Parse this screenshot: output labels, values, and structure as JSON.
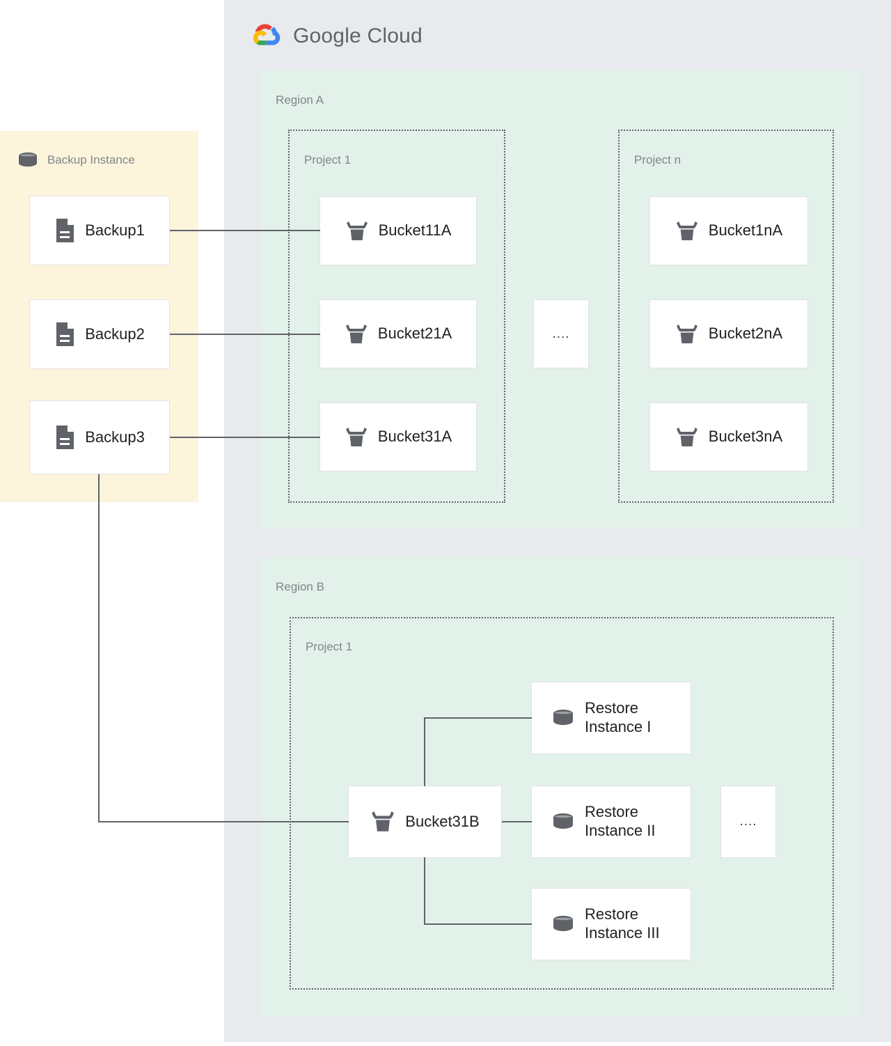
{
  "cloud": {
    "brand_primary": "Google",
    "brand_secondary": "Cloud",
    "logo_colors": {
      "red": "#ea4335",
      "yellow": "#fbbc04",
      "green": "#34a853",
      "blue": "#4285f4"
    },
    "panel_color": "#e8eaed"
  },
  "backup_zone": {
    "title": "Backup Instance",
    "icon": "database-cylinder-icon",
    "background": "#fdf4dc",
    "items": [
      {
        "label": "Backup1",
        "icon": "document-icon"
      },
      {
        "label": "Backup2",
        "icon": "document-icon"
      },
      {
        "label": "Backup3",
        "icon": "document-icon"
      }
    ]
  },
  "regions": [
    {
      "label": "Region A",
      "background": "#e2f1e9",
      "projects": [
        {
          "label": "Project 1",
          "buckets": [
            {
              "label": "Bucket11A",
              "icon": "bucket-icon"
            },
            {
              "label": "Bucket21A",
              "icon": "bucket-icon"
            },
            {
              "label": "Bucket31A",
              "icon": "bucket-icon"
            }
          ]
        },
        {
          "label": "Project n",
          "buckets": [
            {
              "label": "Bucket1nA",
              "icon": "bucket-icon"
            },
            {
              "label": "Bucket2nA",
              "icon": "bucket-icon"
            },
            {
              "label": "Bucket3nA",
              "icon": "bucket-icon"
            }
          ]
        }
      ],
      "ellipsis": "...."
    },
    {
      "label": "Region B",
      "background": "#e2f1e9",
      "projects": [
        {
          "label": "Project 1",
          "buckets": [
            {
              "label": "Bucket31B",
              "icon": "bucket-icon"
            }
          ],
          "restore_instances": [
            {
              "label": "Restore\nInstance I",
              "icon": "database-cylinder-icon"
            },
            {
              "label": "Restore\nInstance II",
              "icon": "database-cylinder-icon"
            },
            {
              "label": "Restore\nInstance III",
              "icon": "database-cylinder-icon"
            }
          ],
          "ellipsis": "...."
        }
      ]
    }
  ],
  "connections": [
    {
      "from": "Backup1",
      "to": "Bucket11A"
    },
    {
      "from": "Backup2",
      "to": "Bucket21A"
    },
    {
      "from": "Backup3",
      "to": "Bucket31A"
    },
    {
      "from": "Backup3",
      "to": "Bucket31B"
    },
    {
      "from": "Bucket31B",
      "to": "Restore Instance I"
    },
    {
      "from": "Bucket31B",
      "to": "Restore Instance II"
    },
    {
      "from": "Bucket31B",
      "to": "Restore Instance III"
    }
  ]
}
